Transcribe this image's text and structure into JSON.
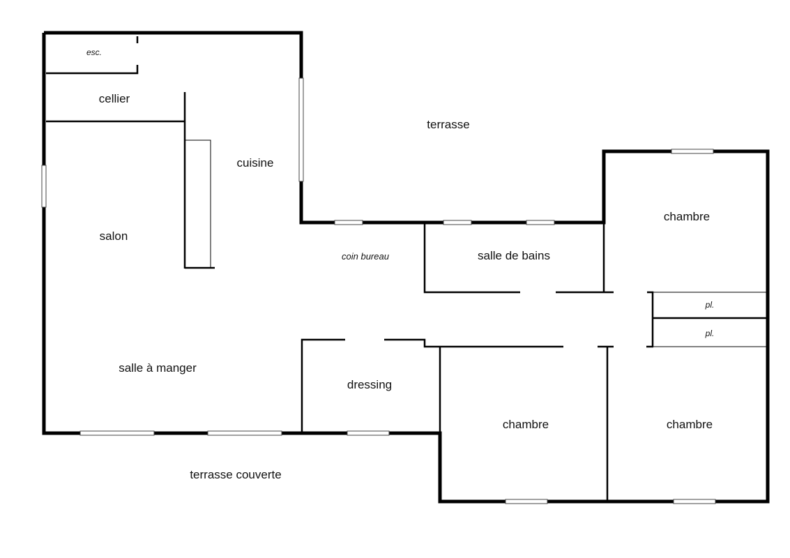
{
  "rooms": {
    "esc": "esc.",
    "cellier": "cellier",
    "cuisine": "cuisine",
    "salon": "salon",
    "terrasse": "terrasse",
    "coin_bureau": "coin bureau",
    "salle_de_bains": "salle de bains",
    "chambre_1": "chambre",
    "placard_1": "pl.",
    "placard_2": "pl.",
    "salle_a_manger": "salle à manger",
    "dressing": "dressing",
    "chambre_2": "chambre",
    "chambre_3": "chambre",
    "terrasse_couverte": "terrasse couverte"
  },
  "colors": {
    "wall": "#000000",
    "background": "#ffffff"
  }
}
